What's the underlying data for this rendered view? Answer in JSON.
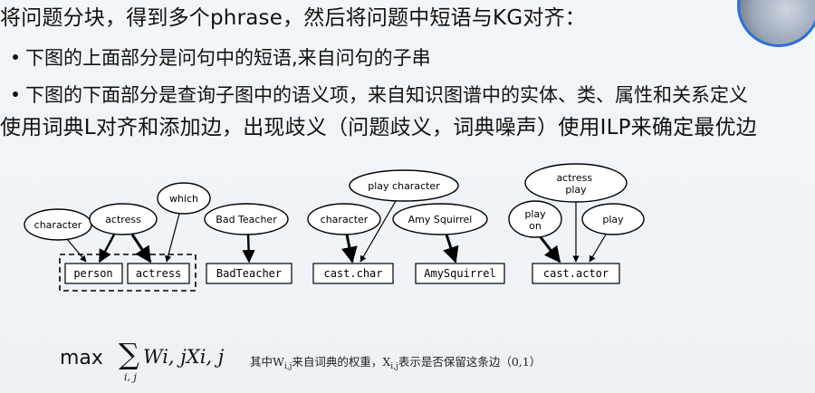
{
  "lines": {
    "title": "将问题分块，得到多个phrase，然后将问题中短语与KG对齐：",
    "bullet1": "下图的上面部分是问句中的短语,来自问句的子串",
    "bullet2": "下图的下面部分是查询子图中的语义项，来自知识图谱中的实体、类、属性和关系定义",
    "ilp": "使用词典L对齐和添加边，出现歧义（问题歧义，词典噪声）使用ILP来确定最优边"
  },
  "diagram": {
    "phrases": [
      "character",
      "actress",
      "which",
      "Bad Teacher",
      "character",
      "play character",
      "Amy Squirrel",
      "actress play",
      "play on",
      "play"
    ],
    "items": [
      "person",
      "actress",
      "BadTeacher",
      "cast.char",
      "AmySquirrel",
      "cast.actor"
    ]
  },
  "formula": {
    "max": "max",
    "sigma": "∑",
    "index": "i, j",
    "term": "Wi, jXi, j",
    "note_prefix": "其中W",
    "note_sub1": "i,j",
    "note_mid": "来自词典的权重，X",
    "note_sub2": "i,j",
    "note_suffix": "表示是否保留这条边（0,1）"
  }
}
